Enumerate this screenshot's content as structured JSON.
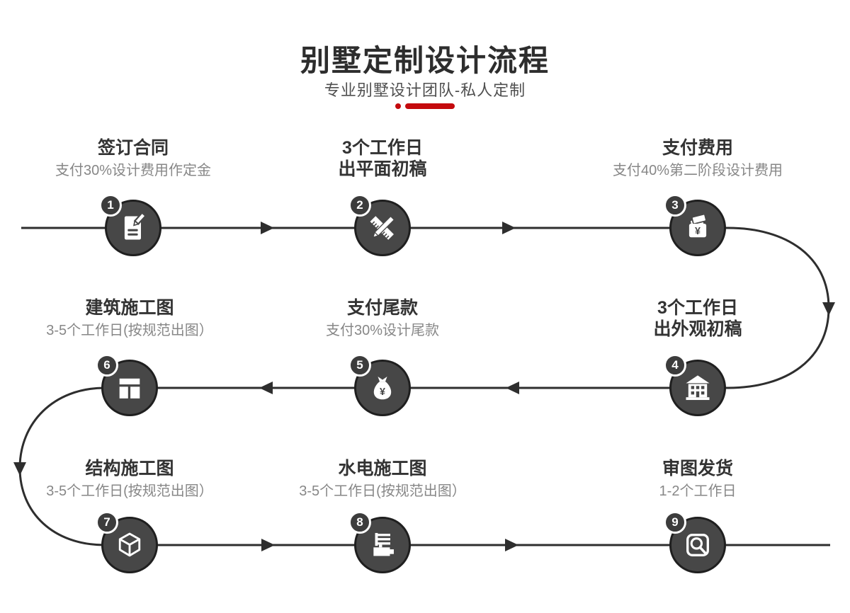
{
  "header": {
    "title": "别墅定制设计流程",
    "subtitle": "专业别墅设计团队-私人定制",
    "accent_color": "#c40a0d"
  },
  "flow": {
    "line_color": "#2e2e2e",
    "node_color": "#474747",
    "direction_note": "serpentine: row1 left-to-right, row2 right-to-left, row3 left-to-right",
    "steps": [
      {
        "number": "1",
        "title": "签订合同",
        "subtitle": "支付30%设计费用作定金",
        "icon": "contract-icon"
      },
      {
        "number": "2",
        "title": "3个工作日",
        "subtitle": "出平面初稿",
        "icon": "ruler-pencil-icon"
      },
      {
        "number": "3",
        "title": "支付费用",
        "subtitle": "支付40%第二阶段设计费用",
        "icon": "wallet-icon"
      },
      {
        "number": "4",
        "title": "3个工作日",
        "subtitle": "出外观初稿",
        "icon": "house-icon"
      },
      {
        "number": "5",
        "title": "支付尾款",
        "subtitle": "支付30%设计尾款",
        "icon": "moneybag-icon"
      },
      {
        "number": "6",
        "title": "建筑施工图",
        "subtitle": "3-5个工作日(按规范出图）",
        "icon": "blueprint-icon"
      },
      {
        "number": "7",
        "title": "结构施工图",
        "subtitle": "3-5个工作日(按规范出图）",
        "icon": "cube-icon"
      },
      {
        "number": "8",
        "title": "水电施工图",
        "subtitle": "3-5个工作日(按规范出图）",
        "icon": "pipes-icon"
      },
      {
        "number": "9",
        "title": "审图发货",
        "subtitle": "1-2个工作日",
        "icon": "search-icon"
      }
    ]
  }
}
